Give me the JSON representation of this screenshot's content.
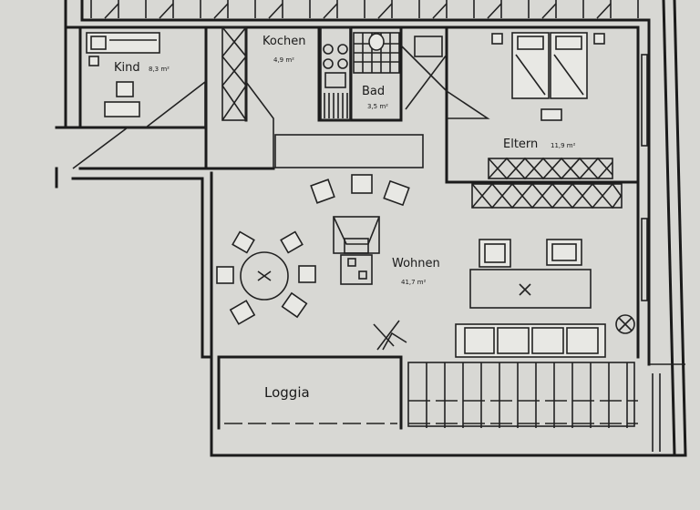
{
  "rooms": {
    "kind": {
      "name": "Kind",
      "area": "8,3 m²"
    },
    "kochen": {
      "name": "Kochen",
      "area": "4,9 m²"
    },
    "bad": {
      "name": "Bad",
      "area": "3,5 m²"
    },
    "eltern": {
      "name": "Eltern",
      "area": "11,9 m²"
    },
    "wohnen": {
      "name": "Wohnen",
      "area": "41,7 m²"
    },
    "loggia": {
      "name": "Loggia"
    }
  },
  "colors": {
    "paper": "#dcdcd8",
    "ink": "#1b1b1b"
  }
}
